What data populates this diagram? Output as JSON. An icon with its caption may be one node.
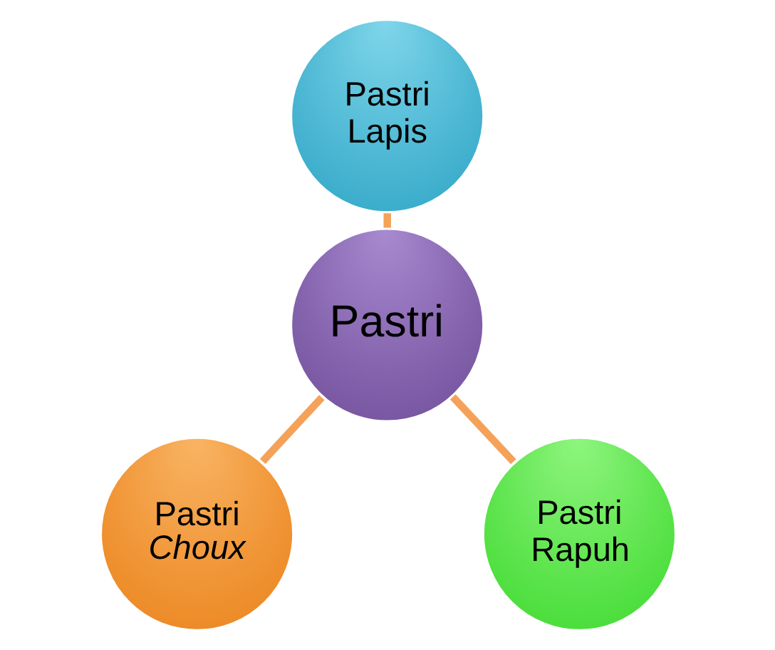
{
  "diagram": {
    "nodes": [
      {
        "text": [
          "Pastri Lapis"
        ]
      },
      {
        "text": [
          "Pastri"
        ]
      },
      {
        "text": [
          "Pastri *Choux*"
        ]
      },
      {
        "text": [
          "Pastri Rapuh"
        ]
      }
    ],
    "edges": [
      {
        "from": 0,
        "to": 1,
        "arrow": "none"
      },
      {
        "from": 1,
        "to": 2,
        "arrow": "none"
      },
      {
        "from": 1,
        "to": 3,
        "arrow": "none"
      }
    ]
  }
}
